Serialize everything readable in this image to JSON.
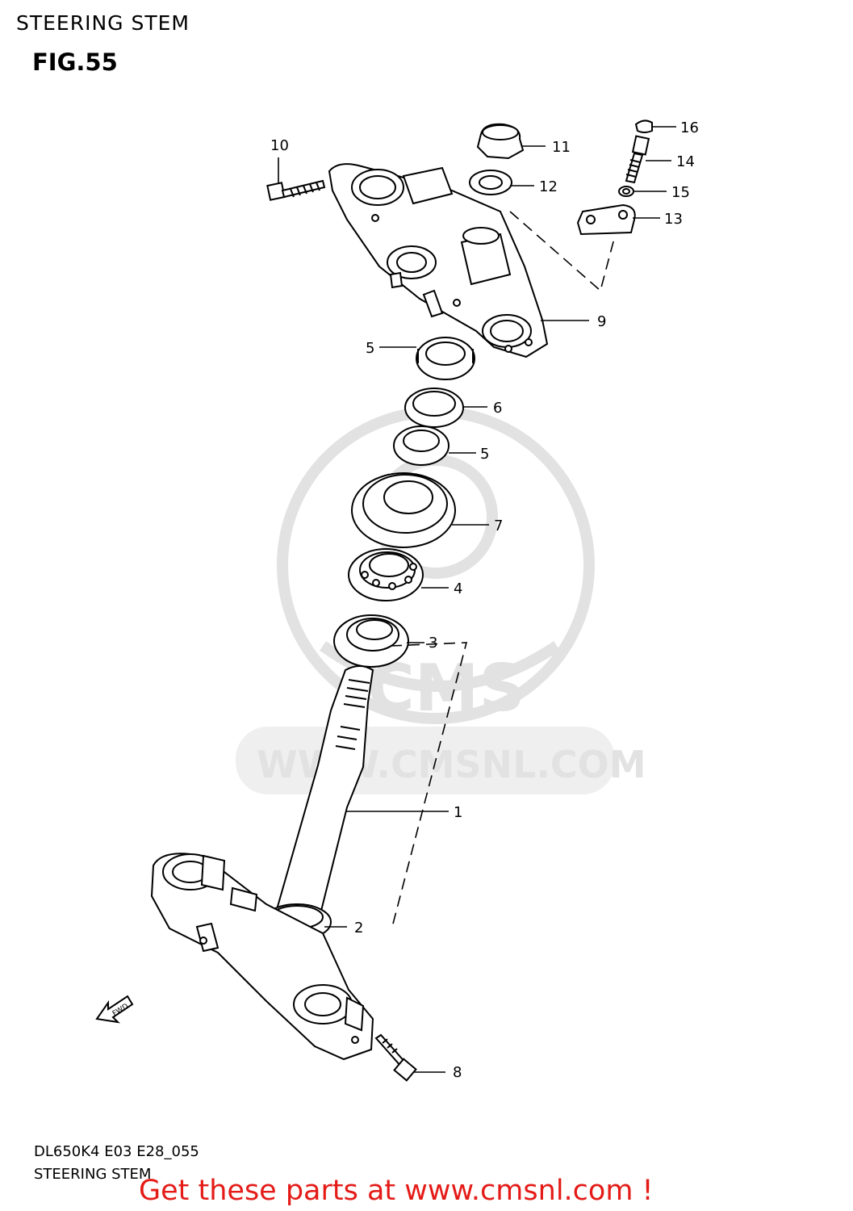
{
  "header": {
    "title": "STEERING STEM",
    "figure": "FIG.55"
  },
  "watermark": {
    "logo_text": "CMS",
    "url_text": "WWW.CMSNL.COM"
  },
  "fwd_marker": "FWD",
  "callouts": {
    "c1": "1",
    "c2": "2",
    "c3": "3",
    "c4": "4",
    "c5a": "5",
    "c5b": "5",
    "c6": "6",
    "c7": "7",
    "c8": "8",
    "c9": "9",
    "c10": "10",
    "c11": "11",
    "c12": "12",
    "c13": "13",
    "c14": "14",
    "c15": "15",
    "c16": "16"
  },
  "footer": {
    "model_code": "DL650K4 E03 E28_055",
    "diagram_name": "STEERING STEM",
    "promo": "Get these parts at www.cmsnl.com !"
  },
  "colors": {
    "promo_text": "#e41b17",
    "watermark": "#e2e2e2",
    "line_art": "#000000"
  }
}
